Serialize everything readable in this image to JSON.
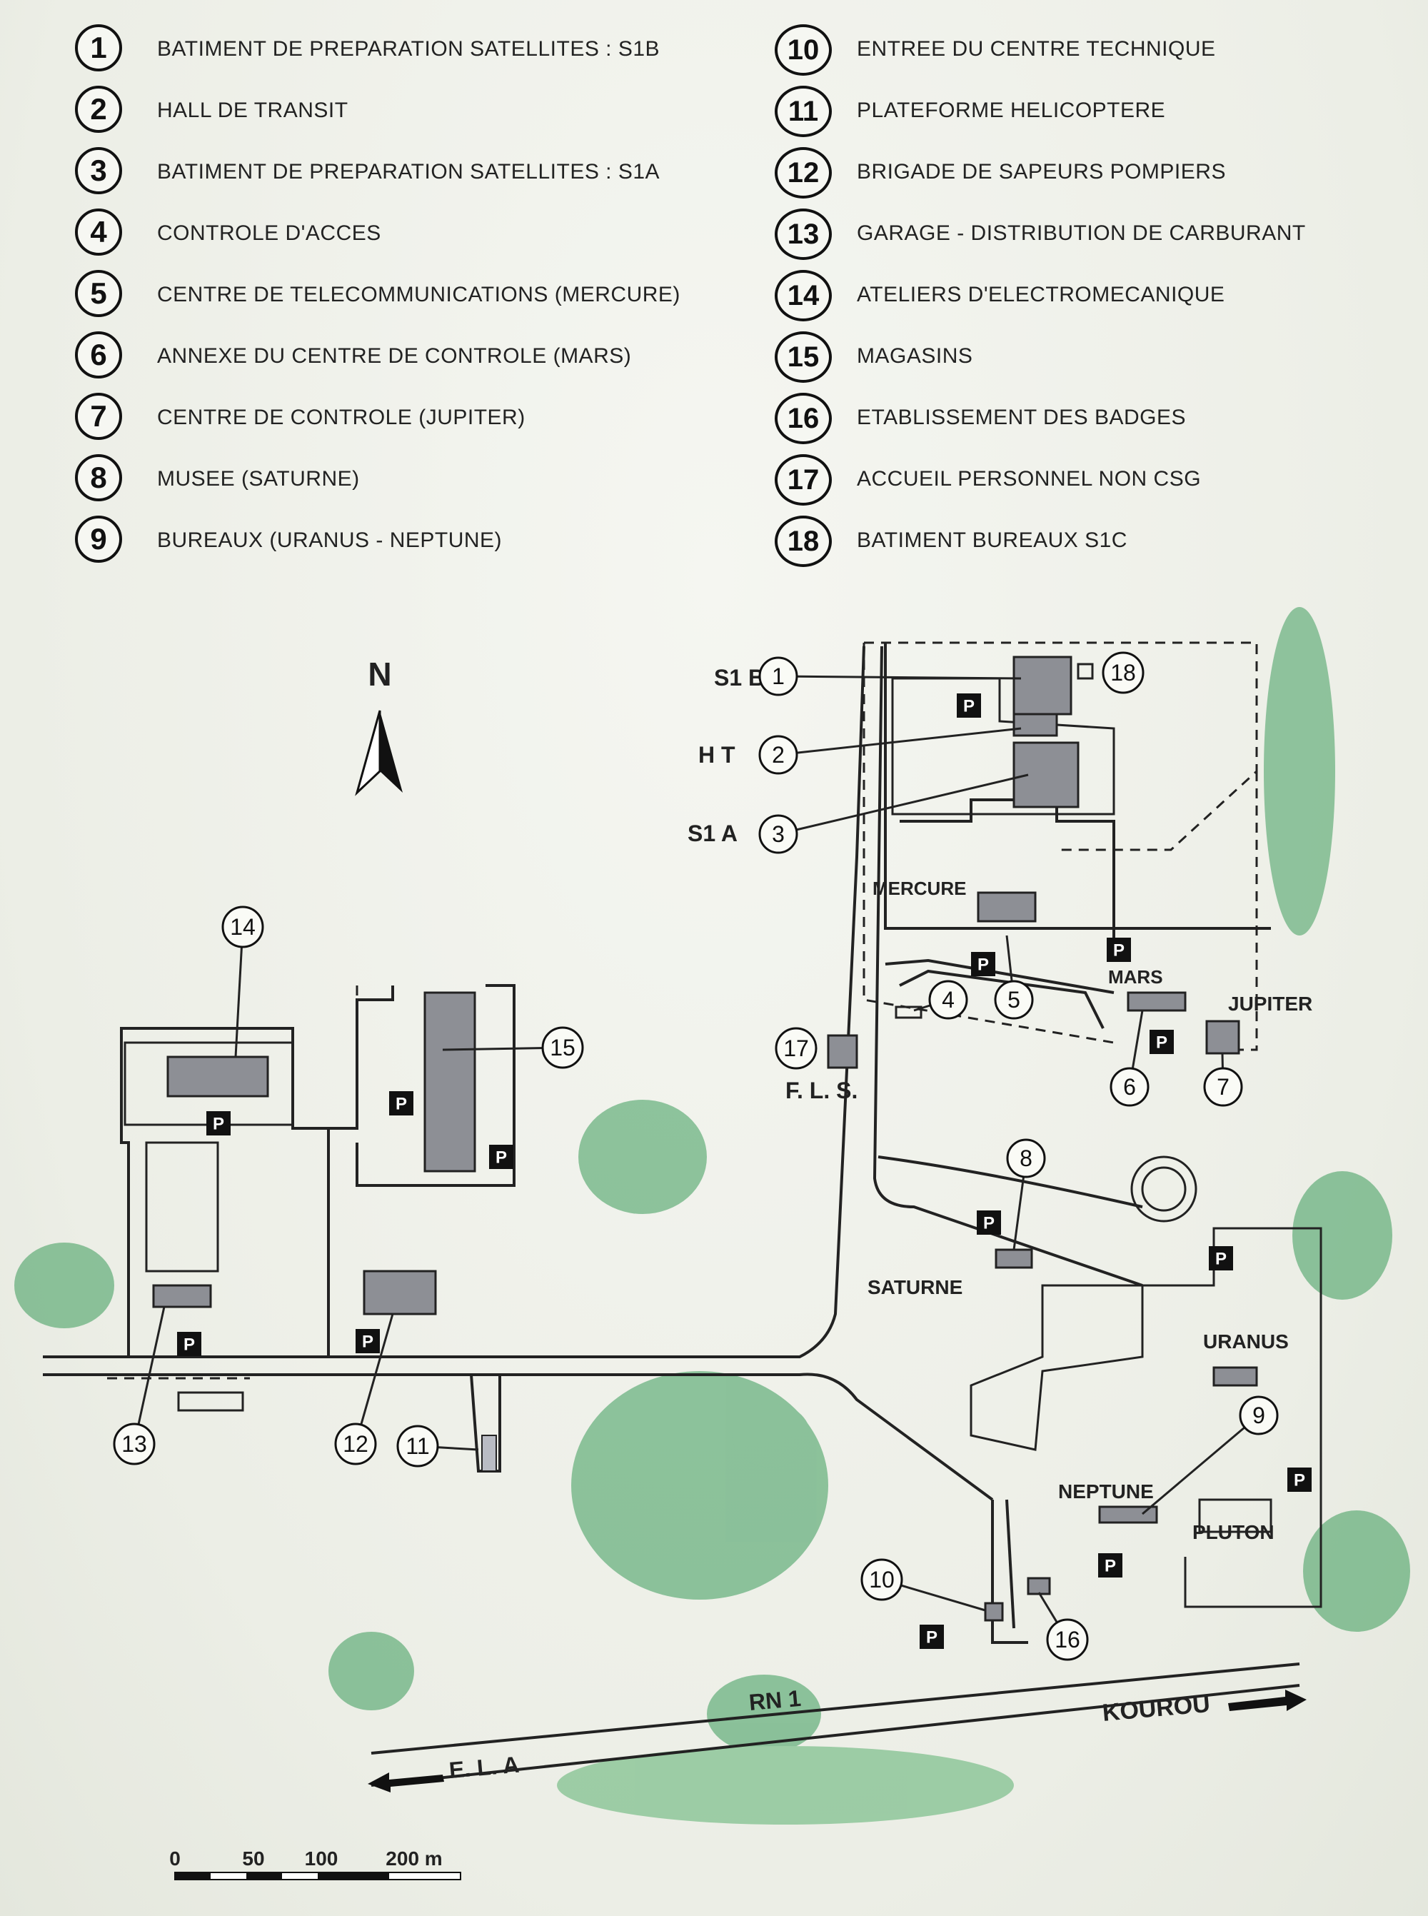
{
  "legend_left": [
    {
      "num": "1",
      "label": "BATIMENT DE PREPARATION SATELLITES : S1B"
    },
    {
      "num": "2",
      "label": "HALL DE TRANSIT"
    },
    {
      "num": "3",
      "label": "BATIMENT DE PREPARATION SATELLITES : S1A"
    },
    {
      "num": "4",
      "label": "CONTROLE D'ACCES"
    },
    {
      "num": "5",
      "label": "CENTRE DE TELECOMMUNICATIONS (MERCURE)"
    },
    {
      "num": "6",
      "label": "ANNEXE DU CENTRE DE CONTROLE (MARS)"
    },
    {
      "num": "7",
      "label": "CENTRE DE CONTROLE (JUPITER)"
    },
    {
      "num": "8",
      "label": "MUSEE (SATURNE)"
    },
    {
      "num": "9",
      "label": "BUREAUX (URANUS - NEPTUNE)"
    }
  ],
  "legend_right": [
    {
      "num": "10",
      "label": "ENTREE DU CENTRE TECHNIQUE"
    },
    {
      "num": "11",
      "label": "PLATEFORME HELICOPTERE"
    },
    {
      "num": "12",
      "label": "BRIGADE DE SAPEURS POMPIERS"
    },
    {
      "num": "13",
      "label": "GARAGE - DISTRIBUTION DE CARBURANT"
    },
    {
      "num": "14",
      "label": "ATELIERS D'ELECTROMECANIQUE"
    },
    {
      "num": "15",
      "label": "MAGASINS"
    },
    {
      "num": "16",
      "label": "ETABLISSEMENT DES BADGES"
    },
    {
      "num": "17",
      "label": "ACCUEIL PERSONNEL NON CSG"
    },
    {
      "num": "18",
      "label": "BATIMENT BUREAUX S1C"
    }
  ],
  "map": {
    "north": "N",
    "labels": {
      "s1b": "S1 B",
      "ht": "H T",
      "s1a": "S1 A",
      "mercure": "MERCURE",
      "mars": "MARS",
      "jupiter": "JUPITER",
      "fls": "F. L. S.",
      "saturne": "SATURNE",
      "uranus": "URANUS",
      "neptune": "NEPTUNE",
      "pluton": "PLUTON",
      "rn1": "RN 1",
      "kourou": "KOUROU",
      "ela": "E. L. A",
      "parking": "P"
    },
    "callouts": {
      "c1": "1",
      "c2": "2",
      "c3": "3",
      "c4": "4",
      "c5": "5",
      "c6": "6",
      "c7": "7",
      "c8": "8",
      "c9": "9",
      "c10": "10",
      "c11": "11",
      "c12": "12",
      "c13": "13",
      "c14": "14",
      "c15": "15",
      "c16": "16",
      "c17": "17",
      "c18": "18"
    },
    "scale": {
      "s0": "0",
      "s50": "50",
      "s100": "100",
      "s200": "200 m"
    },
    "colors": {
      "vegetation": "#2e8b4f",
      "building": "#8d8f95",
      "spray": "#c9623a"
    }
  }
}
